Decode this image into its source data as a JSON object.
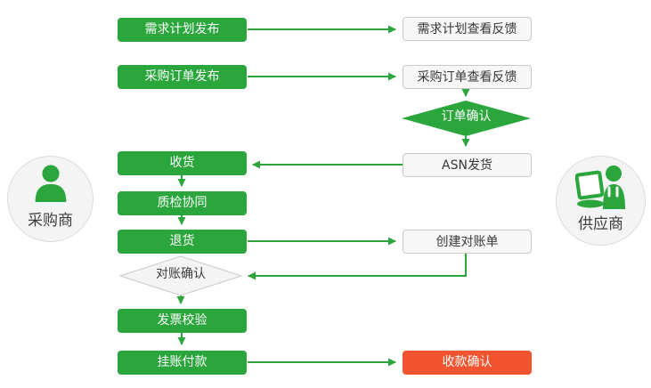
{
  "diagram": {
    "actors": {
      "buyer": {
        "label": "采购商"
      },
      "supplier": {
        "label": "供应商"
      }
    },
    "nodes": {
      "demand_publish": {
        "label": "需求计划发布",
        "type": "process-green"
      },
      "demand_feedback": {
        "label": "需求计划查看反馈",
        "type": "process-neutral"
      },
      "order_publish": {
        "label": "采购订单发布",
        "type": "process-green"
      },
      "order_feedback": {
        "label": "采购订单查看反馈",
        "type": "process-neutral"
      },
      "order_confirm": {
        "label": "订单确认",
        "type": "decision-green"
      },
      "asn_ship": {
        "label": "ASN发货",
        "type": "process-neutral"
      },
      "receive_goods": {
        "label": "收货",
        "type": "process-green"
      },
      "quality_collab": {
        "label": "质检协同",
        "type": "process-green"
      },
      "return_goods": {
        "label": "退货",
        "type": "process-green"
      },
      "create_statement": {
        "label": "创建对账单",
        "type": "process-neutral"
      },
      "statement_confirm": {
        "label": "对账确认",
        "type": "decision-neutral"
      },
      "invoice_check": {
        "label": "发票校验",
        "type": "process-green"
      },
      "book_payment": {
        "label": "挂账付款",
        "type": "process-green"
      },
      "receipt_confirm": {
        "label": "收款确认",
        "type": "process-red"
      }
    },
    "colors": {
      "green": "#2aa63c",
      "red": "#f25430",
      "neutral_fill": "#f7f7f7",
      "neutral_border": "#c9c9c9",
      "diamond_neutral_fill": "#f4f4f4",
      "text_dark": "#3d3d3d",
      "text_light": "#ffffff"
    }
  }
}
